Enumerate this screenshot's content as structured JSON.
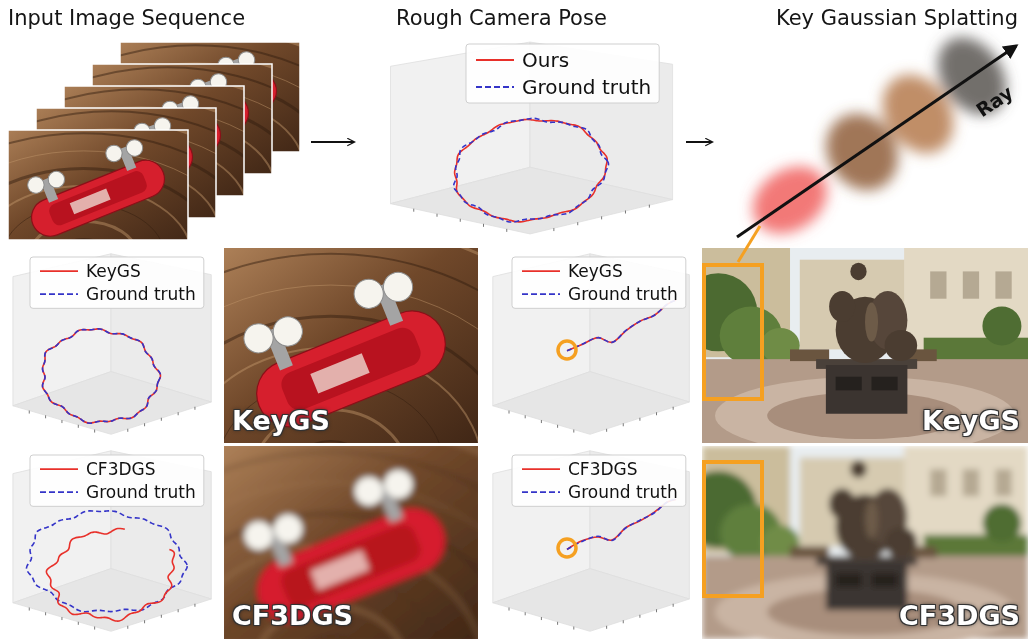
{
  "diagram": {
    "nodes": [
      {
        "text": [
          "Input Image Sequence"
        ]
      },
      {
        "text": [
          "Rough Camera Pose"
        ]
      },
      {
        "text": [
          "Key Gaussian Splatting"
        ]
      }
    ],
    "edges": [
      {
        "from": 0,
        "to": 1,
        "arrow": "to"
      },
      {
        "from": 1,
        "to": 2,
        "arrow": "to"
      }
    ],
    "labels": [
      "Ray",
      "KeyGS",
      "KeyGS",
      "CF3DGS",
      "CF3DGS"
    ],
    "legend": [
      {
        "text": "Ours"
      },
      {
        "text": "Ground truth"
      },
      {
        "text": "KeyGS"
      },
      {
        "text": "Ground truth"
      },
      {
        "text": "KeyGS"
      },
      {
        "text": "Ground truth"
      },
      {
        "text": "CF3DGS"
      },
      {
        "text": "Ground truth"
      },
      {
        "text": "CF3DGS"
      },
      {
        "text": "Ground truth"
      }
    ]
  }
}
